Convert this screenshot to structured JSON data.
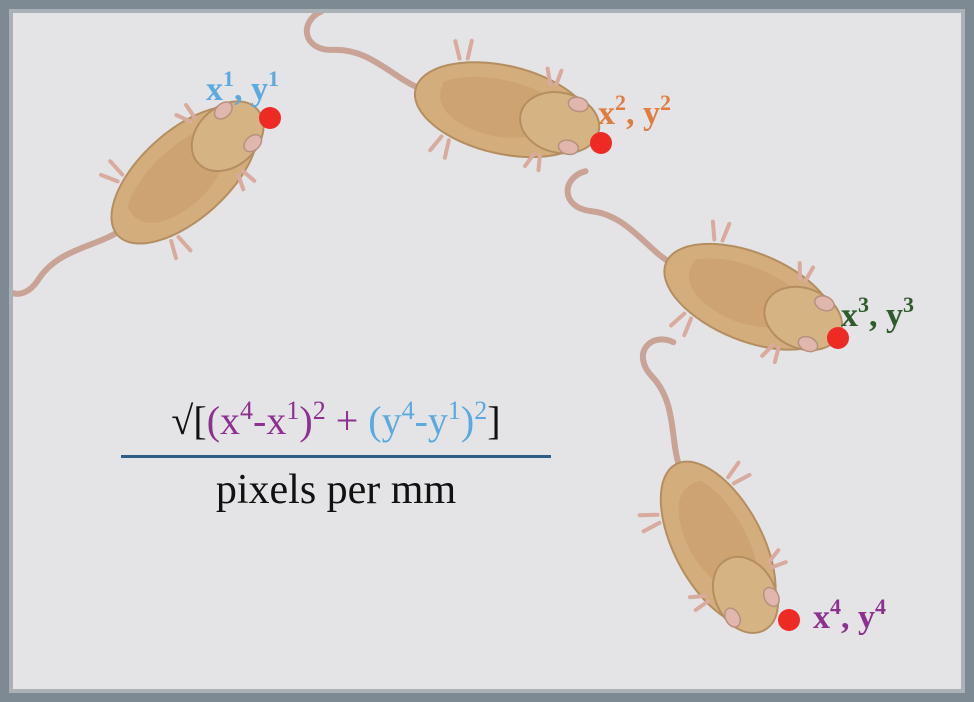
{
  "labels": {
    "p1": {
      "x": "x",
      "x_sup": "1",
      "sep": ", ",
      "y": "y",
      "y_sup": "1"
    },
    "p2": {
      "x": "x",
      "x_sup": "2",
      "sep": ", ",
      "y": "y",
      "y_sup": "2"
    },
    "p3": {
      "x": "x",
      "x_sup": "3",
      "sep": ", ",
      "y": "y",
      "y_sup": "3"
    },
    "p4": {
      "x": "x",
      "x_sup": "4",
      "sep": ", ",
      "y": "y",
      "y_sup": "4"
    }
  },
  "formula": {
    "sqrt": "√",
    "open_bracket": "[",
    "term_x": {
      "open": "(",
      "a": "x",
      "a_sup": "4",
      "minus": "-",
      "b": "x",
      "b_sup": "1",
      "close": ")",
      "pow": "2"
    },
    "plus": " + ",
    "term_y": {
      "open": "(",
      "a": "y",
      "a_sup": "4",
      "minus": "-",
      "b": "y",
      "b_sup": "1",
      "close": ")",
      "pow": "2"
    },
    "close_bracket": "]",
    "denominator": "pixels per mm"
  },
  "colors": {
    "point_1": "#5aa9df",
    "point_2": "#e07c3e",
    "point_3": "#2f5a2c",
    "point_4": "#8c318f",
    "marker": "#ee2a24",
    "fraction_line": "#2d5d86"
  }
}
